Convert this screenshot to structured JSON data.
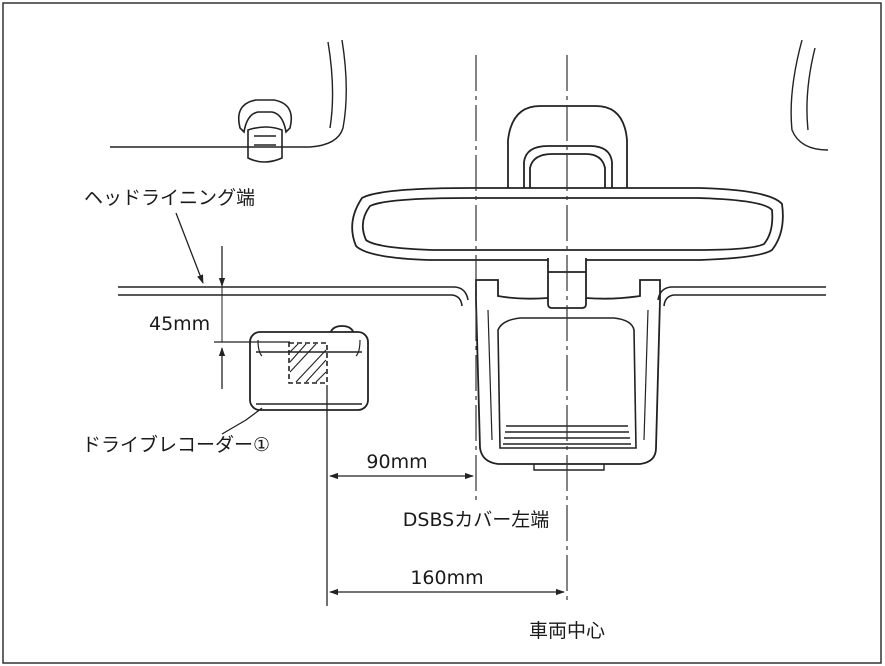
{
  "labels": {
    "headlining_edge": "ヘッドライニング端",
    "dim_45": "45mm",
    "recorder": "ドライブレコーダー①",
    "dim_90": "90mm",
    "dsbs_cover_left_edge": "DSBSカバー左端",
    "dim_160": "160mm",
    "vehicle_center": "車両中心"
  }
}
